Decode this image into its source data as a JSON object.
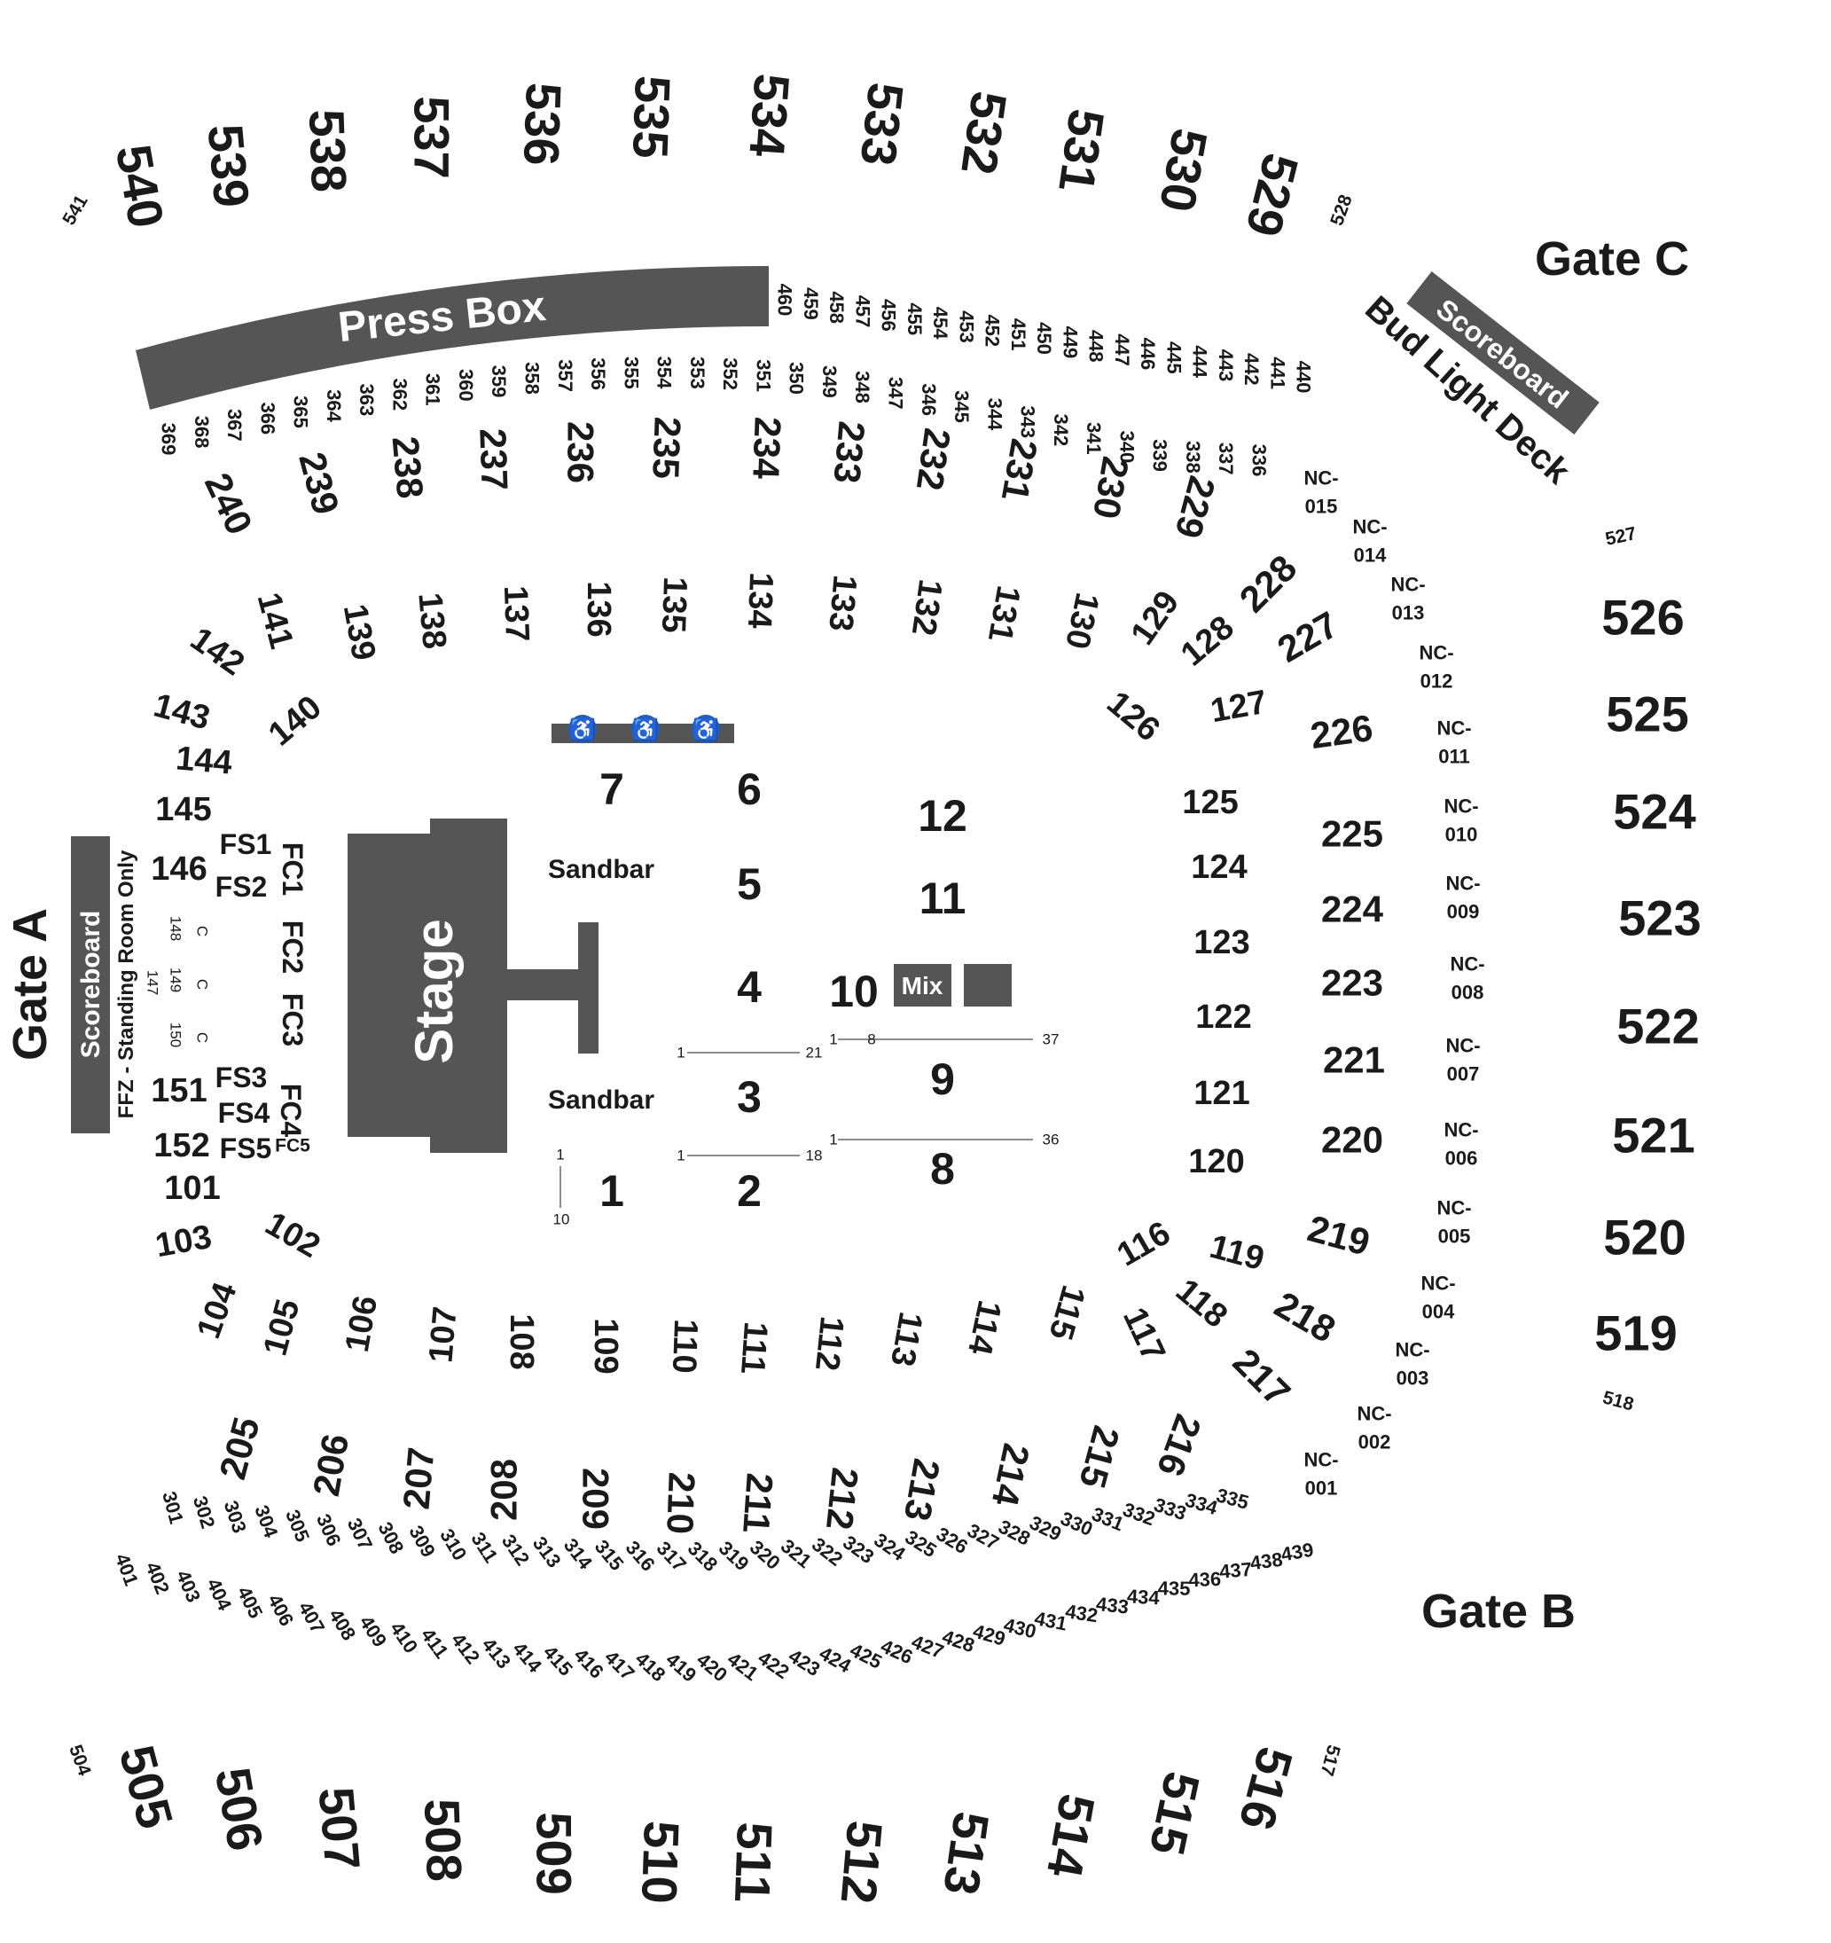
{
  "gates": {
    "gate_a": "Gate A",
    "gate_b": "Gate B",
    "gate_c": "Gate C"
  },
  "structures": {
    "press_box": "Press Box",
    "stage": "Stage",
    "scoreboard_left": "Scoreboard",
    "scoreboard_right": "Scoreboard",
    "bud_light_deck": "Bud Light Deck",
    "mix": "Mix",
    "sandbar_top": "Sandbar",
    "sandbar_bottom": "Sandbar",
    "ffz_note": "FFZ - Standing Room Only"
  },
  "accessibility_icon": "wheelchair-icon",
  "colors": {
    "structure_fill": "#555555",
    "text": "#1a1a1a",
    "accessible_blue": "#1f5fbf"
  },
  "sections": {
    "s500_top": [
      "541",
      "540",
      "539",
      "538",
      "537",
      "536",
      "535",
      "534",
      "533",
      "532",
      "531",
      "530",
      "529",
      "528"
    ],
    "s500_right": [
      "527",
      "526",
      "525",
      "524",
      "523",
      "522",
      "521",
      "520",
      "519",
      "518"
    ],
    "s500_bottom": [
      "504",
      "505",
      "506",
      "507",
      "508",
      "509",
      "510",
      "511",
      "512",
      "513",
      "514",
      "515",
      "516",
      "517"
    ],
    "s400_top": [
      "460",
      "459",
      "458",
      "457",
      "456",
      "455",
      "454",
      "453",
      "452",
      "451",
      "450",
      "449",
      "448",
      "447",
      "446",
      "445",
      "444",
      "443",
      "442",
      "441",
      "440"
    ],
    "s400_bottom": [
      "401",
      "402",
      "403",
      "404",
      "405",
      "406",
      "407",
      "408",
      "409",
      "410",
      "411",
      "412",
      "413",
      "414",
      "415",
      "416",
      "417",
      "418",
      "419",
      "420",
      "421",
      "422",
      "423",
      "424",
      "425",
      "426",
      "427",
      "428",
      "429",
      "430",
      "431",
      "432",
      "433",
      "434",
      "435",
      "436",
      "437",
      "438",
      "439"
    ],
    "s300_top": [
      "369",
      "368",
      "367",
      "366",
      "365",
      "364",
      "363",
      "362",
      "361",
      "360",
      "359",
      "358",
      "357",
      "356",
      "355",
      "354",
      "353",
      "352",
      "351",
      "350",
      "349",
      "348",
      "347",
      "346",
      "345",
      "344",
      "343",
      "342",
      "341",
      "340",
      "339",
      "338",
      "337",
      "336"
    ],
    "s300_bottom": [
      "301",
      "302",
      "303",
      "304",
      "305",
      "306",
      "307",
      "308",
      "309",
      "310",
      "311",
      "312",
      "313",
      "314",
      "315",
      "316",
      "317",
      "318",
      "319",
      "320",
      "321",
      "322",
      "323",
      "324",
      "325",
      "326",
      "327",
      "328",
      "329",
      "330",
      "331",
      "332",
      "333",
      "334",
      "335"
    ],
    "s200_top": [
      "240",
      "239",
      "238",
      "237",
      "236",
      "235",
      "234",
      "233",
      "232",
      "231",
      "230",
      "229",
      "228",
      "227"
    ],
    "s200_right": [
      "226",
      "225",
      "224",
      "223",
      "221",
      "220",
      "219",
      "218",
      "217"
    ],
    "s200_bottom": [
      "205",
      "206",
      "207",
      "208",
      "209",
      "210",
      "211",
      "212",
      "213",
      "214",
      "215",
      "216"
    ],
    "s100_top": [
      "142",
      "141",
      "139",
      "138",
      "137",
      "136",
      "135",
      "134",
      "133",
      "132",
      "131",
      "130",
      "129",
      "128",
      "127",
      "126"
    ],
    "s100_left": [
      "143",
      "144",
      "140",
      "145",
      "146",
      "148",
      "147",
      "149",
      "150",
      "151",
      "152",
      "101",
      "103",
      "102"
    ],
    "s100_right": [
      "125",
      "124",
      "123",
      "122",
      "121",
      "120",
      "116",
      "119",
      "118",
      "117"
    ],
    "s100_bottom": [
      "104",
      "105",
      "106",
      "107",
      "108",
      "109",
      "110",
      "111",
      "112",
      "113",
      "114",
      "115"
    ],
    "nc": [
      [
        "NC-",
        "015"
      ],
      [
        "NC-",
        "014"
      ],
      [
        "NC-",
        "013"
      ],
      [
        "NC-",
        "012"
      ],
      [
        "NC-",
        "011"
      ],
      [
        "NC-",
        "010"
      ],
      [
        "NC-",
        "009"
      ],
      [
        "NC-",
        "008"
      ],
      [
        "NC-",
        "007"
      ],
      [
        "NC-",
        "006"
      ],
      [
        "NC-",
        "005"
      ],
      [
        "NC-",
        "004"
      ],
      [
        "NC-",
        "003"
      ],
      [
        "NC-",
        "002"
      ],
      [
        "NC-",
        "001"
      ]
    ],
    "floor": [
      "7",
      "6",
      "12",
      "5",
      "11",
      "4",
      "10",
      "3",
      "9",
      "1",
      "2",
      "8"
    ],
    "field_side": [
      "FS1",
      "FS2",
      "FS3",
      "FS4",
      "FS5"
    ],
    "field_club": [
      "FC1",
      "FC2",
      "FC3",
      "FC4",
      "FC5"
    ],
    "club_c": [
      "C",
      "C",
      "C"
    ]
  },
  "row_ranges": {
    "r3": [
      "1",
      "21"
    ],
    "r9": [
      "1",
      "8",
      "37"
    ],
    "r2": [
      "1",
      "18"
    ],
    "r8": [
      "1",
      "36"
    ],
    "r1": [
      "1",
      "10"
    ]
  }
}
